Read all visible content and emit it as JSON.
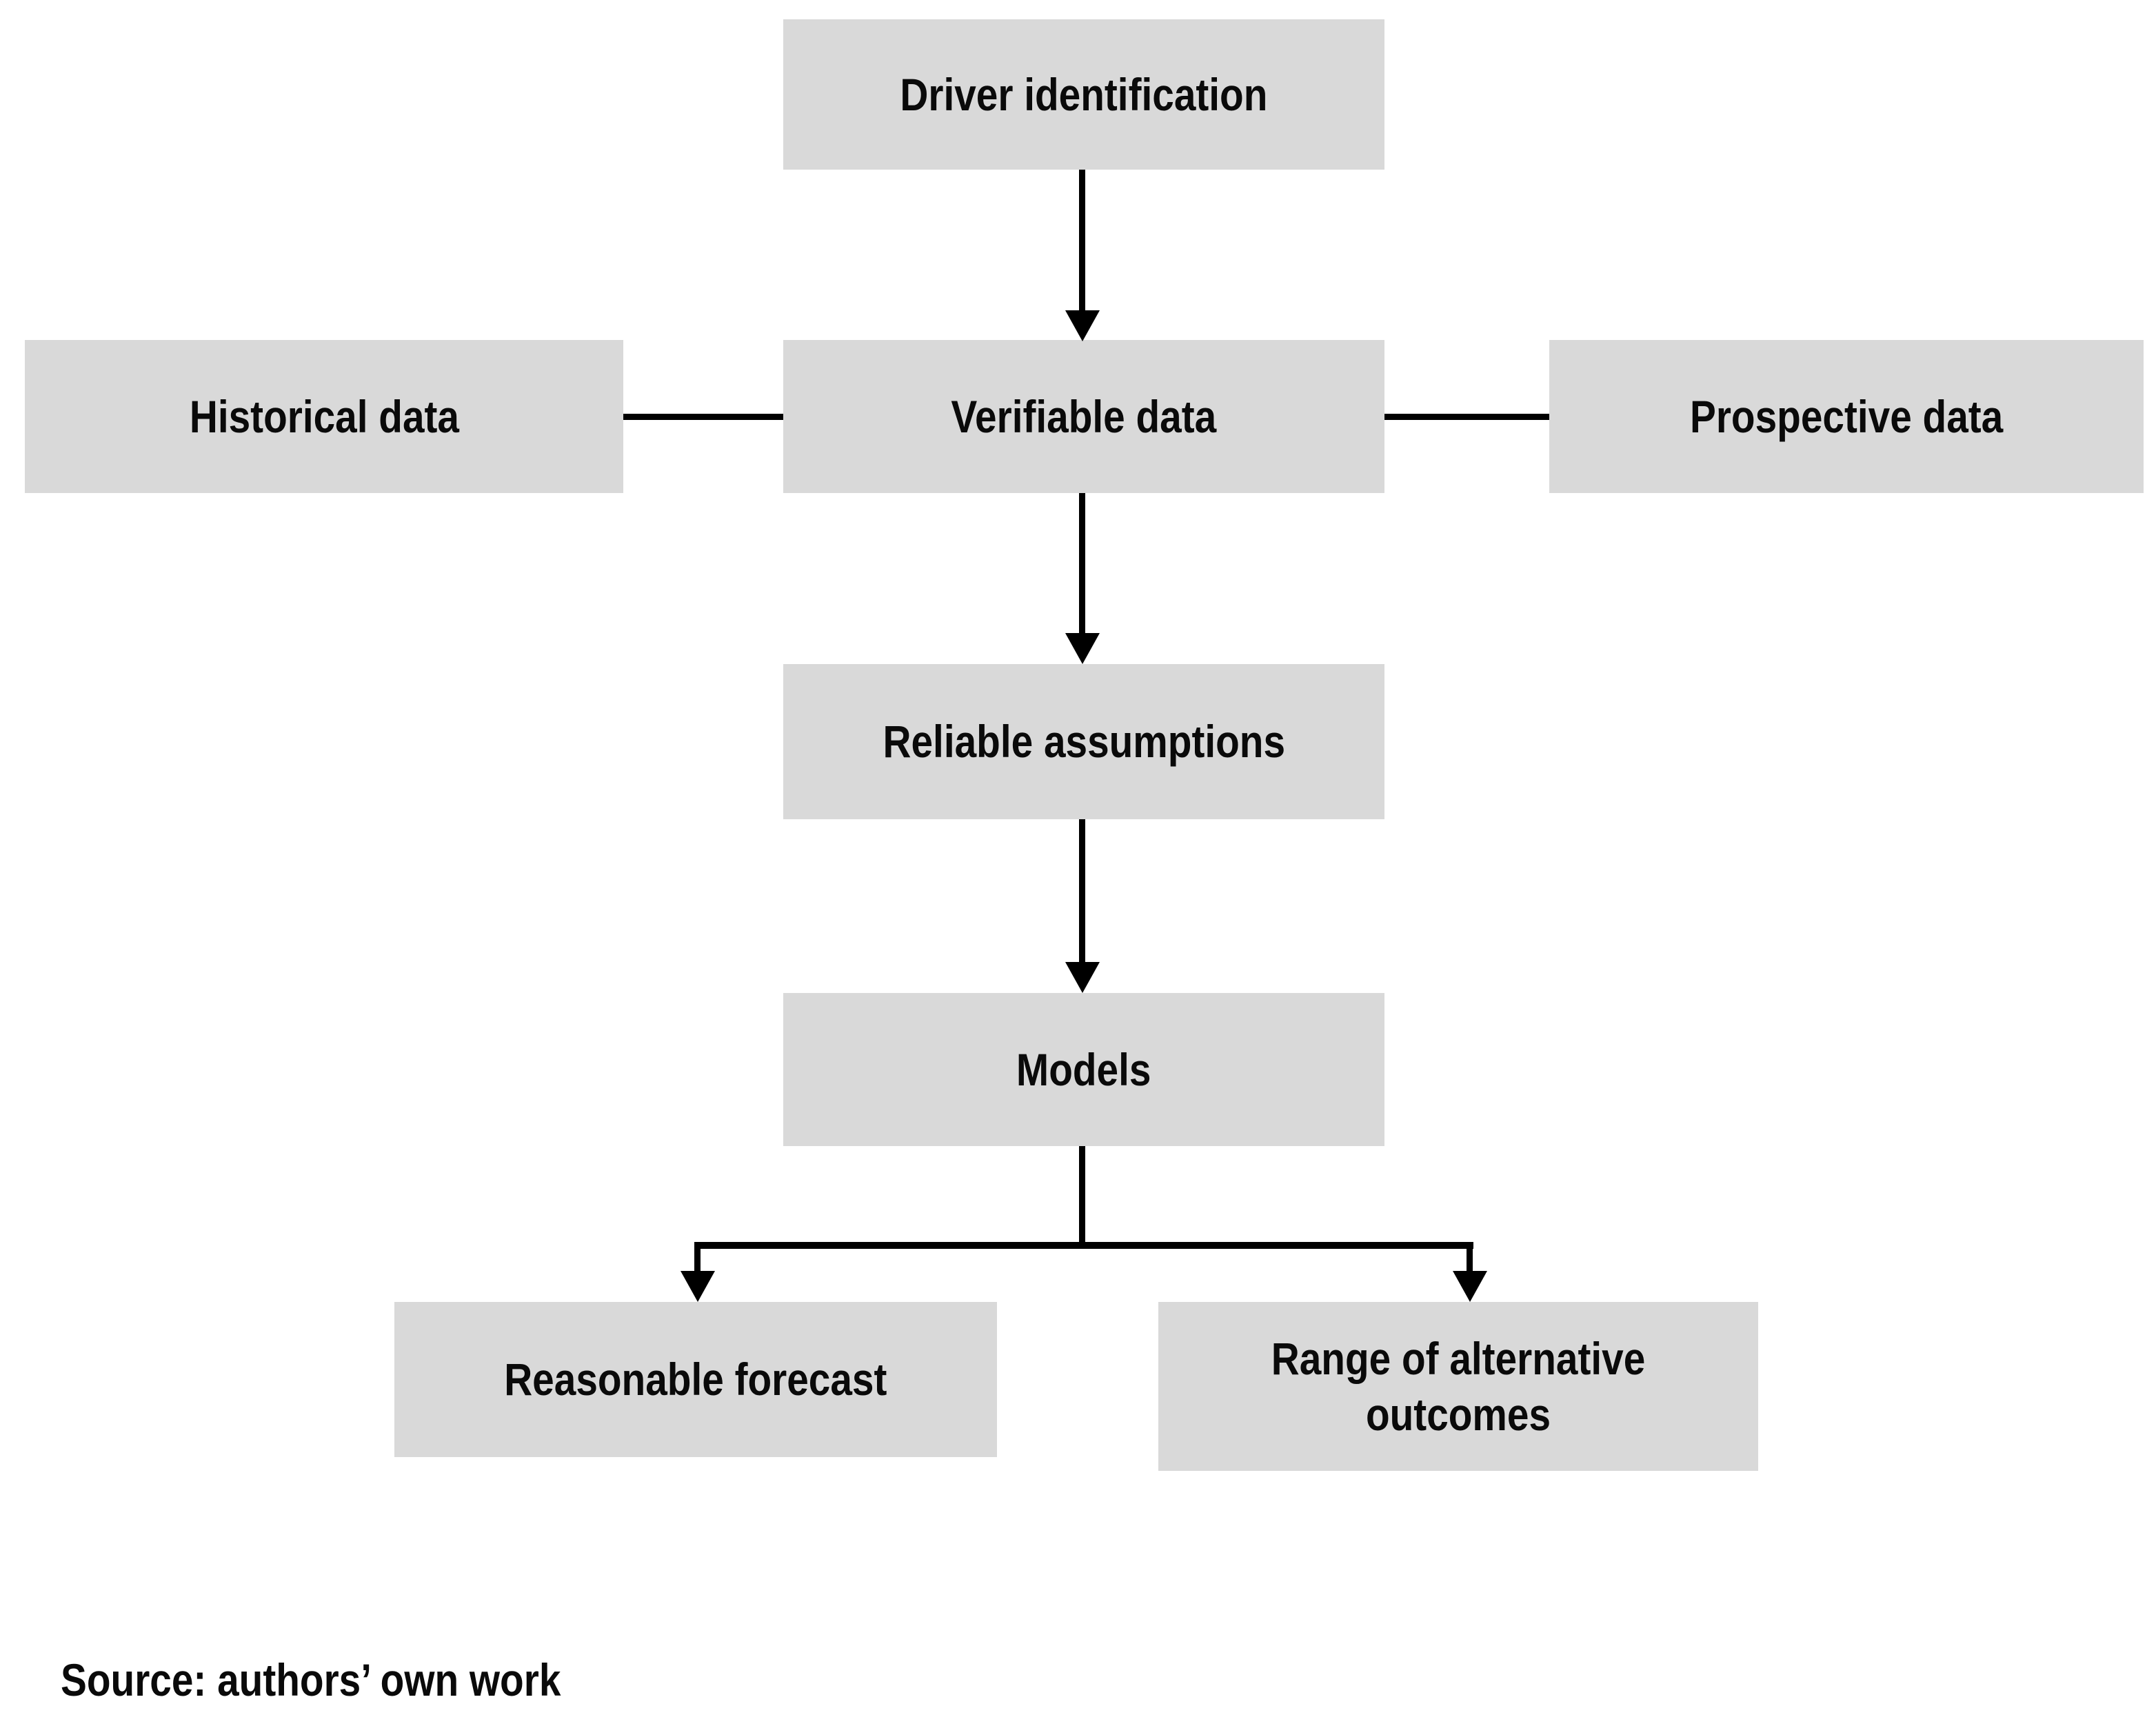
{
  "figure": {
    "type": "flowchart",
    "nodes": {
      "driver_identification": "Driver identification",
      "historical_data": "Historical data",
      "verifiable_data": "Verifiable data",
      "prospective_data": "Prospective data",
      "reliable_assumptions": "Reliable assumptions",
      "models": "Models",
      "reasonable_forecast": "Reasonable forecast",
      "range_of_alternative_outcomes": "Range of alternative outcomes"
    },
    "edges": [
      {
        "from": "driver_identification",
        "to": "verifiable_data",
        "style": "arrow-down"
      },
      {
        "from": "historical_data",
        "to": "verifiable_data",
        "style": "plain-line"
      },
      {
        "from": "prospective_data",
        "to": "verifiable_data",
        "style": "plain-line"
      },
      {
        "from": "verifiable_data",
        "to": "reliable_assumptions",
        "style": "arrow-down"
      },
      {
        "from": "reliable_assumptions",
        "to": "models",
        "style": "arrow-down"
      },
      {
        "from": "models",
        "to": "reasonable_forecast",
        "style": "arrow-down-branch"
      },
      {
        "from": "models",
        "to": "range_of_alternative_outcomes",
        "style": "arrow-down-branch"
      }
    ],
    "source_note": "Source: authors’ own work",
    "colors": {
      "background": "#ffffff",
      "node_fill": "#d9d9d9",
      "connector": "#000000",
      "text": "#0a0a0a"
    }
  }
}
